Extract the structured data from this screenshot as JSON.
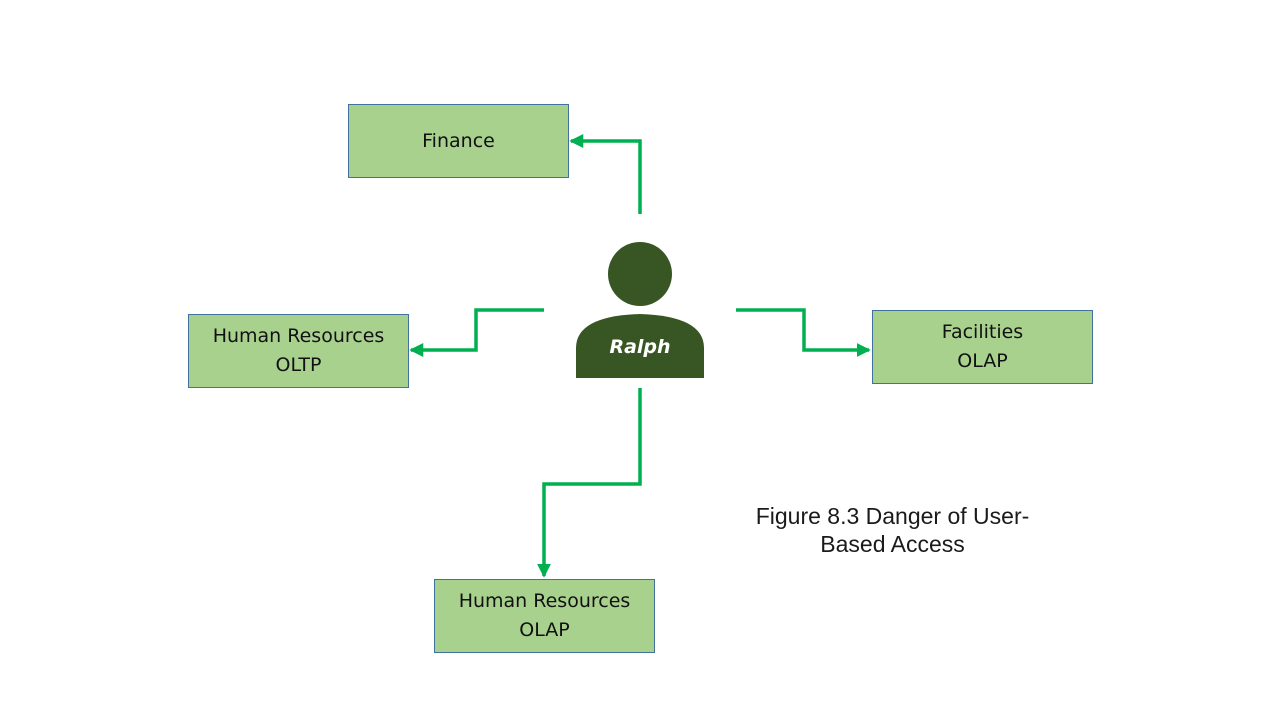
{
  "colors": {
    "box_fill": "#a9d18e",
    "box_border": "#41719c",
    "connector": "#00b050",
    "user_icon": "#375623"
  },
  "user": {
    "name": "Ralph",
    "icon": "person-icon"
  },
  "nodes": {
    "finance": {
      "line1": "Finance",
      "line2": ""
    },
    "hr_oltp": {
      "line1": "Human Resources",
      "line2": "OLTP"
    },
    "facilities_olap": {
      "line1": "Facilities",
      "line2": "OLAP"
    },
    "hr_olap": {
      "line1": "Human Resources",
      "line2": "OLAP"
    }
  },
  "caption": {
    "line1": "Figure 8.3 Danger of User-",
    "line2": "Based Access"
  }
}
